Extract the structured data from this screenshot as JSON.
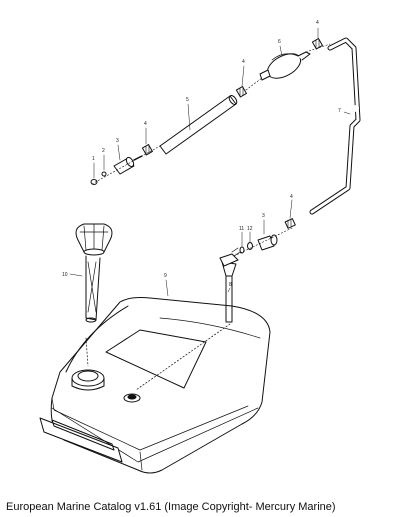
{
  "caption": "European Marine Catalog v1.61 (Image Copyright- Mercury Marine)",
  "part_labels": {
    "p1": "1",
    "p2": "2",
    "p3a": "3",
    "p4a": "4",
    "p5": "5",
    "p4b": "4",
    "p6": "6",
    "p4c": "4",
    "p7": "7",
    "p4d": "4",
    "p3b": "3",
    "p11": "11",
    "p12": "12",
    "p8": "8",
    "p9": "9",
    "p10": "10"
  },
  "parts": {
    "1": "o-ring",
    "2": "o-ring",
    "3": "fuel connector",
    "4": "hose clamp",
    "5": "fuel hose",
    "6": "primer bulb",
    "7": "fuel line",
    "8": "pickup tube",
    "9": "fuel tank",
    "10": "fuel gauge",
    "11": "o-ring",
    "12": "o-ring"
  }
}
